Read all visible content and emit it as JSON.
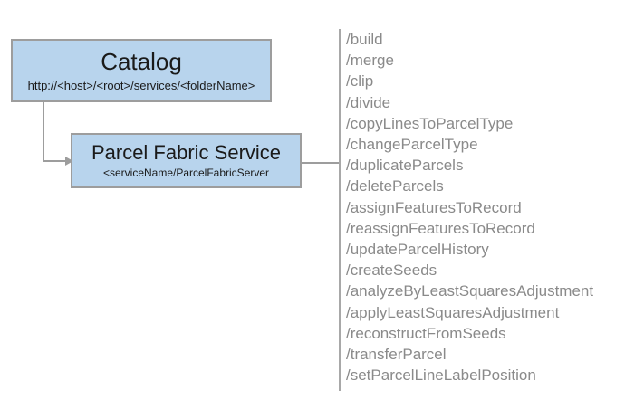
{
  "diagram": {
    "nodes": [
      {
        "id": "catalog",
        "title": "Catalog",
        "subtitle": "http://<host>/<root>/services/<folderName>"
      },
      {
        "id": "parcel-fabric-service",
        "title": "Parcel Fabric Service",
        "subtitle": "<serviceName/ParcelFabricServer"
      }
    ],
    "colors": {
      "node_fill": "#b8d4ed",
      "node_border": "#9d9d9d",
      "connector": "#9d9d9d",
      "divider": "#a8a8a8",
      "operation_text": "#8a8a8a",
      "title_text": "#1a1a1a",
      "background": "#ffffff"
    }
  },
  "operations": [
    "/build",
    "/merge",
    "/clip",
    "/divide",
    "/copyLinesToParcelType",
    "/changeParcelType",
    "/duplicateParcels",
    "/deleteParcels",
    "/assignFeaturesToRecord",
    "/reassignFeaturesToRecord",
    "/updateParcelHistory",
    "/createSeeds",
    "/analyzeByLeastSquaresAdjustment",
    "/applyLeastSquaresAdjustment",
    "/reconstructFromSeeds",
    "/transferParcel",
    "/setParcelLineLabelPosition"
  ]
}
